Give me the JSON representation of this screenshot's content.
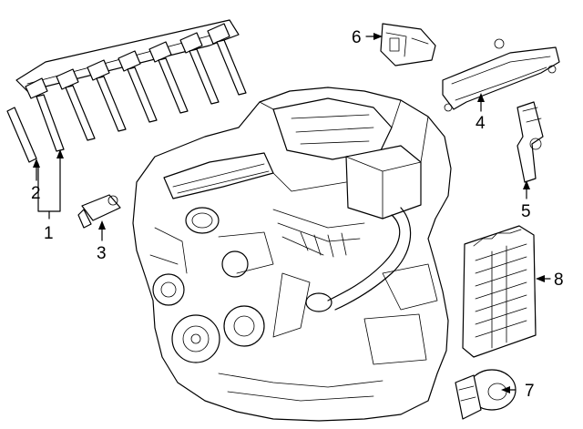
{
  "diagram": {
    "callouts": [
      {
        "id": "1",
        "label": "1"
      },
      {
        "id": "2",
        "label": "2"
      },
      {
        "id": "3",
        "label": "3"
      },
      {
        "id": "4",
        "label": "4"
      },
      {
        "id": "5",
        "label": "5"
      },
      {
        "id": "6",
        "label": "6"
      },
      {
        "id": "7",
        "label": "7"
      },
      {
        "id": "8",
        "label": "8"
      }
    ],
    "parts": [
      {
        "callout": "1",
        "icon": "ignition-coil-set-icon"
      },
      {
        "callout": "2",
        "icon": "spark-plug-boot-icon"
      },
      {
        "callout": "3",
        "icon": "sensor-icon"
      },
      {
        "callout": "4",
        "icon": "bracket-icon"
      },
      {
        "callout": "5",
        "icon": "camshaft-sensor-icon"
      },
      {
        "callout": "6",
        "icon": "connector-icon"
      },
      {
        "callout": "7",
        "icon": "knock-sensor-icon"
      },
      {
        "callout": "8",
        "icon": "ecm-module-icon"
      }
    ],
    "line_color": "#000000",
    "background": "#ffffff"
  }
}
